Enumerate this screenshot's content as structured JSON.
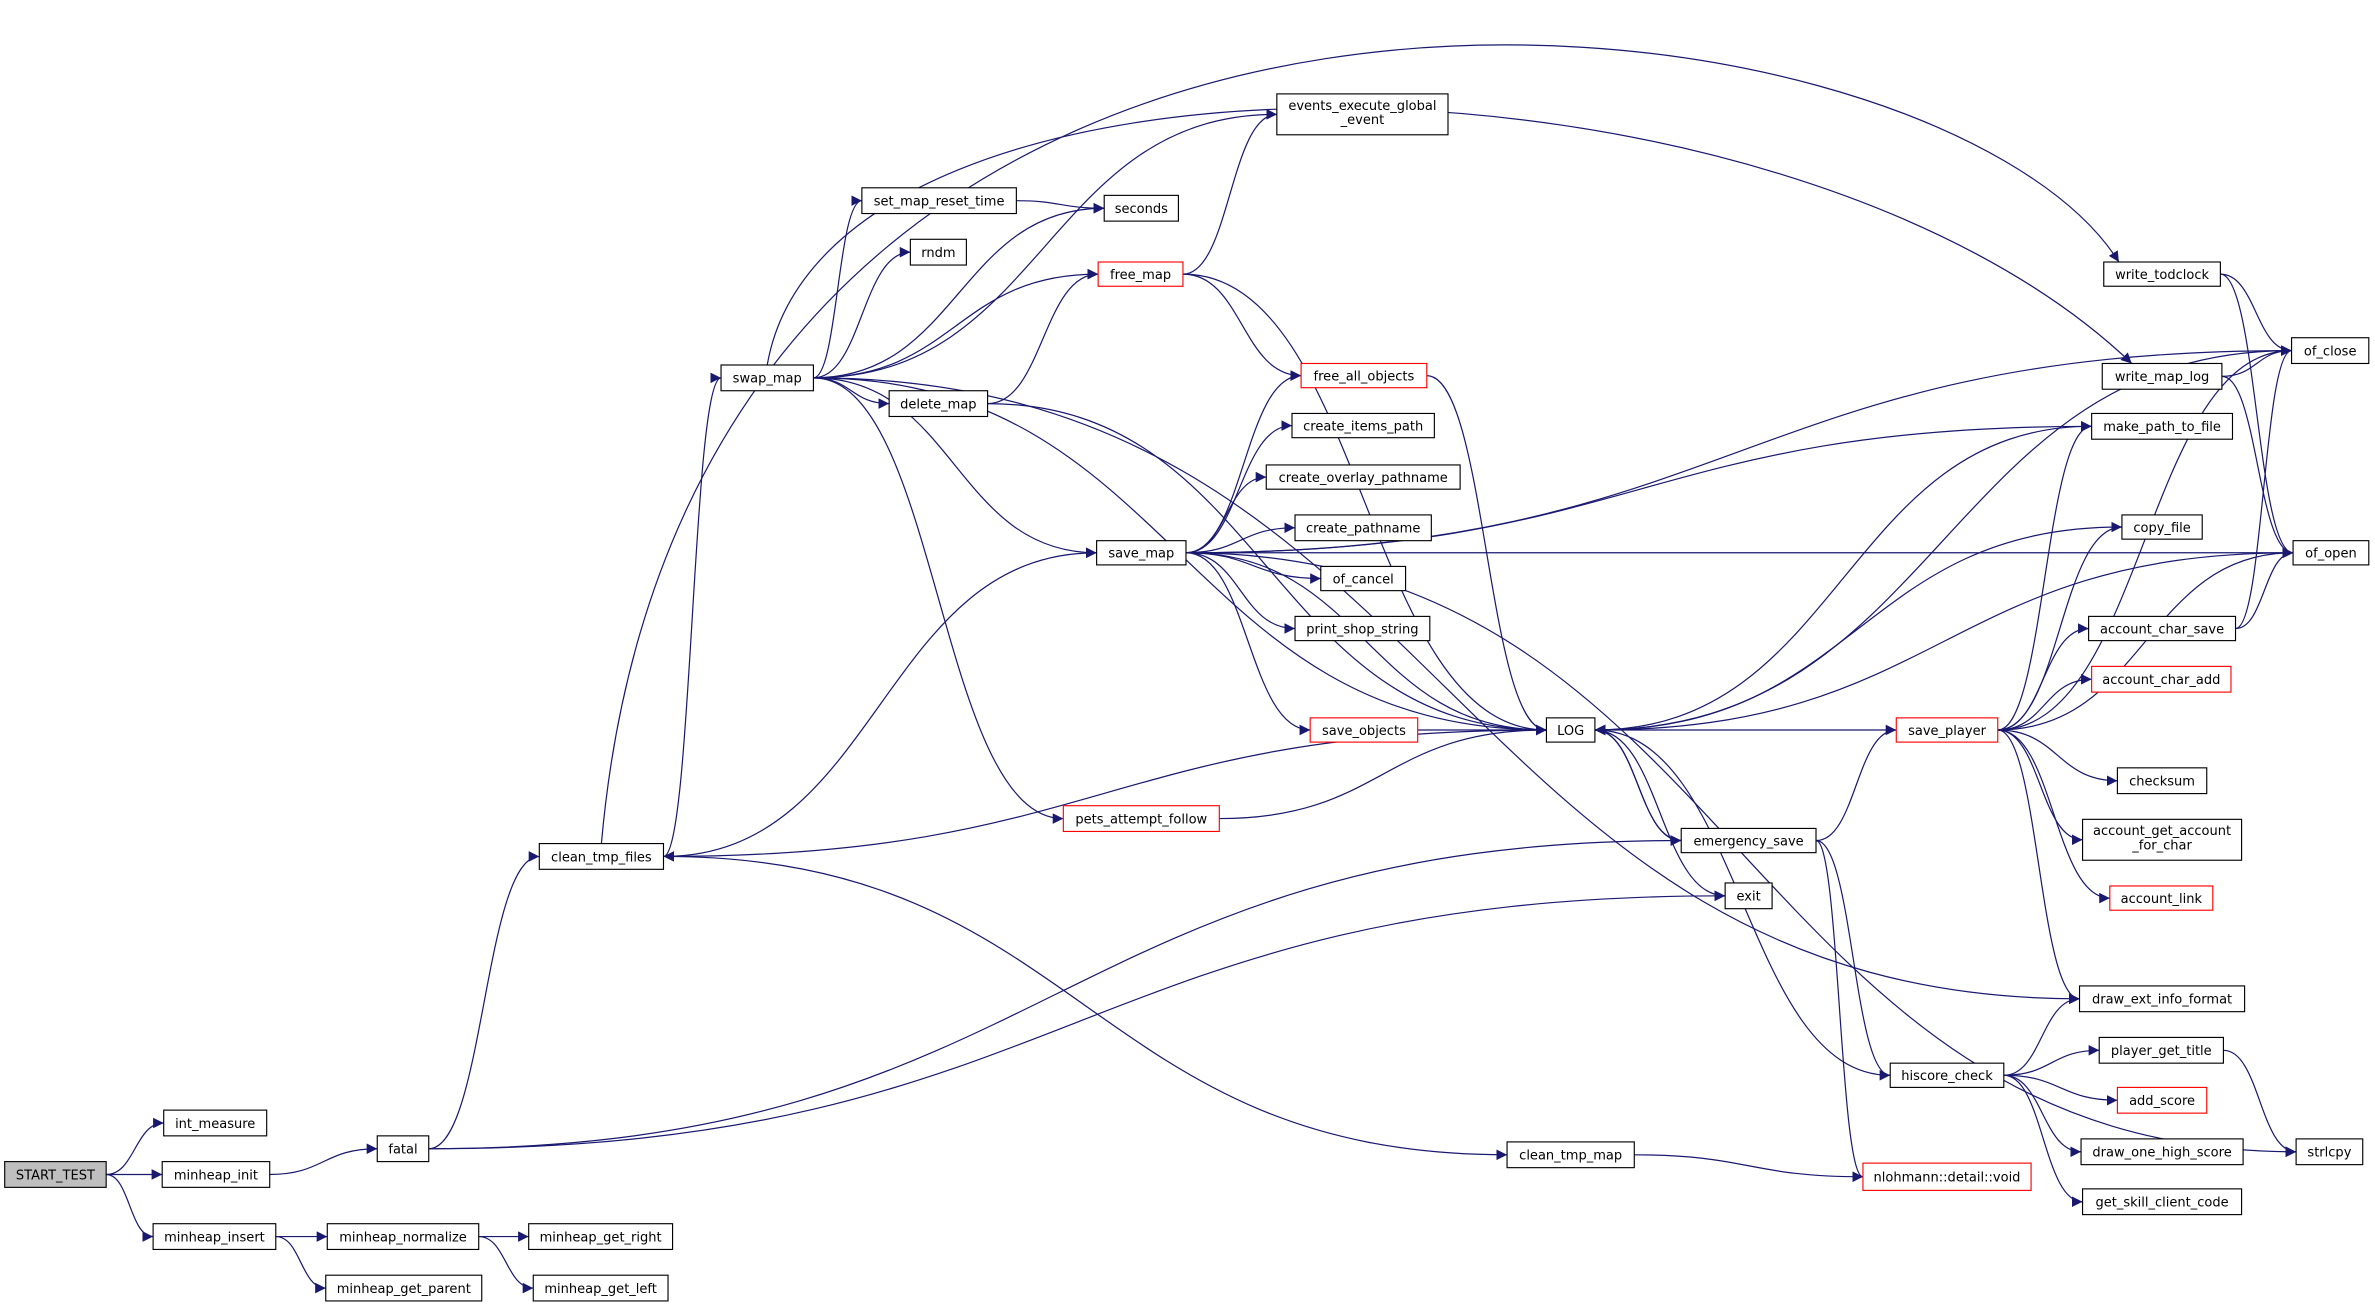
{
  "colors": {
    "edge": "#191970",
    "node_border": "#000000",
    "incomplete_border": "#ff0000",
    "root_fill": "#bfbfbf"
  },
  "nodes": [
    {
      "id": "START_TEST",
      "lines": [
        "START_TEST"
      ],
      "root": true
    },
    {
      "id": "int_measure",
      "lines": [
        "int_measure"
      ]
    },
    {
      "id": "minheap_init",
      "lines": [
        "minheap_init"
      ]
    },
    {
      "id": "minheap_insert",
      "lines": [
        "minheap_insert"
      ]
    },
    {
      "id": "minheap_normalize",
      "lines": [
        "minheap_normalize"
      ]
    },
    {
      "id": "minheap_get_parent",
      "lines": [
        "minheap_get_parent"
      ]
    },
    {
      "id": "minheap_get_right",
      "lines": [
        "minheap_get_right"
      ]
    },
    {
      "id": "minheap_get_left",
      "lines": [
        "minheap_get_left"
      ]
    },
    {
      "id": "fatal",
      "lines": [
        "fatal"
      ]
    },
    {
      "id": "clean_tmp_files",
      "lines": [
        "clean_tmp_files"
      ]
    },
    {
      "id": "swap_map",
      "lines": [
        "swap_map"
      ]
    },
    {
      "id": "events_execute_global_event",
      "lines": [
        "events_execute_global",
        "_event"
      ]
    },
    {
      "id": "set_map_reset_time",
      "lines": [
        "set_map_reset_time"
      ]
    },
    {
      "id": "seconds",
      "lines": [
        "seconds"
      ]
    },
    {
      "id": "rndm",
      "lines": [
        "rndm"
      ]
    },
    {
      "id": "free_map",
      "lines": [
        "free_map"
      ],
      "incomplete": true
    },
    {
      "id": "delete_map",
      "lines": [
        "delete_map"
      ]
    },
    {
      "id": "free_all_objects",
      "lines": [
        "free_all_objects"
      ],
      "incomplete": true
    },
    {
      "id": "create_items_path",
      "lines": [
        "create_items_path"
      ]
    },
    {
      "id": "create_overlay_pathname",
      "lines": [
        "create_overlay_pathname"
      ]
    },
    {
      "id": "create_pathname",
      "lines": [
        "create_pathname"
      ]
    },
    {
      "id": "save_map",
      "lines": [
        "save_map"
      ]
    },
    {
      "id": "of_cancel",
      "lines": [
        "of_cancel"
      ]
    },
    {
      "id": "print_shop_string",
      "lines": [
        "print_shop_string"
      ]
    },
    {
      "id": "save_objects",
      "lines": [
        "save_objects"
      ],
      "incomplete": true
    },
    {
      "id": "LOG",
      "lines": [
        "LOG"
      ]
    },
    {
      "id": "pets_attempt_follow",
      "lines": [
        "pets_attempt_follow"
      ],
      "incomplete": true
    },
    {
      "id": "clean_tmp_map",
      "lines": [
        "clean_tmp_map"
      ]
    },
    {
      "id": "write_todclock",
      "lines": [
        "write_todclock"
      ]
    },
    {
      "id": "of_close",
      "lines": [
        "of_close"
      ]
    },
    {
      "id": "write_map_log",
      "lines": [
        "write_map_log"
      ]
    },
    {
      "id": "make_path_to_file",
      "lines": [
        "make_path_to_file"
      ]
    },
    {
      "id": "copy_file",
      "lines": [
        "copy_file"
      ]
    },
    {
      "id": "of_open",
      "lines": [
        "of_open"
      ]
    },
    {
      "id": "account_char_save",
      "lines": [
        "account_char_save"
      ]
    },
    {
      "id": "account_char_add",
      "lines": [
        "account_char_add"
      ],
      "incomplete": true
    },
    {
      "id": "save_player",
      "lines": [
        "save_player"
      ],
      "incomplete": true
    },
    {
      "id": "checksum",
      "lines": [
        "checksum"
      ]
    },
    {
      "id": "account_get_account_for_char",
      "lines": [
        "account_get_account",
        "_for_char"
      ]
    },
    {
      "id": "account_link",
      "lines": [
        "account_link"
      ],
      "incomplete": true
    },
    {
      "id": "emergency_save",
      "lines": [
        "emergency_save"
      ]
    },
    {
      "id": "exit",
      "lines": [
        "exit"
      ]
    },
    {
      "id": "draw_ext_info_format",
      "lines": [
        "draw_ext_info_format"
      ]
    },
    {
      "id": "player_get_title",
      "lines": [
        "player_get_title"
      ]
    },
    {
      "id": "hiscore_check",
      "lines": [
        "hiscore_check"
      ]
    },
    {
      "id": "add_score",
      "lines": [
        "add_score"
      ],
      "incomplete": true
    },
    {
      "id": "draw_one_high_score",
      "lines": [
        "draw_one_high_score"
      ]
    },
    {
      "id": "strlcpy",
      "lines": [
        "strlcpy"
      ]
    },
    {
      "id": "nlohmann",
      "lines": [
        "nlohmann::detail::void"
      ],
      "incomplete": true
    },
    {
      "id": "get_skill_client_code",
      "lines": [
        "get_skill_client_code"
      ]
    }
  ],
  "edges": [
    [
      "START_TEST",
      "int_measure"
    ],
    [
      "START_TEST",
      "minheap_init"
    ],
    [
      "START_TEST",
      "minheap_insert"
    ],
    [
      "minheap_init",
      "fatal"
    ],
    [
      "minheap_insert",
      "minheap_normalize"
    ],
    [
      "minheap_insert",
      "minheap_get_parent"
    ],
    [
      "minheap_normalize",
      "minheap_get_right"
    ],
    [
      "minheap_normalize",
      "minheap_get_left"
    ],
    [
      "fatal",
      "clean_tmp_files"
    ],
    [
      "fatal",
      "emergency_save"
    ],
    [
      "fatal",
      "exit"
    ],
    [
      "clean_tmp_files",
      "swap_map"
    ],
    [
      "clean_tmp_files",
      "write_todclock"
    ],
    [
      "clean_tmp_files",
      "save_map"
    ],
    [
      "clean_tmp_files",
      "clean_tmp_map"
    ],
    [
      "swap_map",
      "events_execute_global_event"
    ],
    [
      "swap_map",
      "set_map_reset_time"
    ],
    [
      "swap_map",
      "seconds"
    ],
    [
      "swap_map",
      "rndm"
    ],
    [
      "swap_map",
      "free_map"
    ],
    [
      "swap_map",
      "delete_map"
    ],
    [
      "swap_map",
      "save_map"
    ],
    [
      "swap_map",
      "LOG"
    ],
    [
      "swap_map",
      "pets_attempt_follow"
    ],
    [
      "swap_map",
      "draw_ext_info_format"
    ],
    [
      "swap_map",
      "write_map_log"
    ],
    [
      "set_map_reset_time",
      "seconds"
    ],
    [
      "free_map",
      "events_execute_global_event"
    ],
    [
      "free_map",
      "free_all_objects"
    ],
    [
      "free_map",
      "LOG"
    ],
    [
      "delete_map",
      "free_map"
    ],
    [
      "delete_map",
      "LOG"
    ],
    [
      "save_map",
      "free_all_objects"
    ],
    [
      "save_map",
      "create_items_path"
    ],
    [
      "save_map",
      "create_overlay_pathname"
    ],
    [
      "save_map",
      "create_pathname"
    ],
    [
      "save_map",
      "of_cancel"
    ],
    [
      "save_map",
      "print_shop_string"
    ],
    [
      "save_map",
      "save_objects"
    ],
    [
      "save_map",
      "LOG"
    ],
    [
      "save_map",
      "of_close"
    ],
    [
      "save_map",
      "make_path_to_file"
    ],
    [
      "save_map",
      "of_open"
    ],
    [
      "save_map",
      "strlcpy"
    ],
    [
      "free_all_objects",
      "LOG"
    ],
    [
      "save_objects",
      "LOG"
    ],
    [
      "pets_attempt_follow",
      "LOG"
    ],
    [
      "LOG",
      "emergency_save"
    ],
    [
      "LOG",
      "exit"
    ],
    [
      "LOG",
      "clean_tmp_files"
    ],
    [
      "emergency_save",
      "LOG"
    ],
    [
      "emergency_save",
      "save_player"
    ],
    [
      "emergency_save",
      "hiscore_check"
    ],
    [
      "emergency_save",
      "nlohmann"
    ],
    [
      "save_player",
      "LOG"
    ],
    [
      "save_player",
      "make_path_to_file"
    ],
    [
      "save_player",
      "copy_file"
    ],
    [
      "save_player",
      "account_char_save"
    ],
    [
      "save_player",
      "account_char_add"
    ],
    [
      "save_player",
      "of_close"
    ],
    [
      "save_player",
      "of_open"
    ],
    [
      "save_player",
      "checksum"
    ],
    [
      "save_player",
      "account_get_account_for_char"
    ],
    [
      "save_player",
      "account_link"
    ],
    [
      "save_player",
      "draw_ext_info_format"
    ],
    [
      "copy_file",
      "LOG"
    ],
    [
      "make_path_to_file",
      "LOG"
    ],
    [
      "of_open",
      "LOG"
    ],
    [
      "of_close",
      "LOG"
    ],
    [
      "write_todclock",
      "of_close"
    ],
    [
      "write_todclock",
      "of_open"
    ],
    [
      "write_map_log",
      "of_close"
    ],
    [
      "write_map_log",
      "of_open"
    ],
    [
      "account_char_save",
      "of_close"
    ],
    [
      "account_char_save",
      "of_open"
    ],
    [
      "hiscore_check",
      "LOG"
    ],
    [
      "hiscore_check",
      "draw_ext_info_format"
    ],
    [
      "hiscore_check",
      "player_get_title"
    ],
    [
      "hiscore_check",
      "add_score"
    ],
    [
      "hiscore_check",
      "draw_one_high_score"
    ],
    [
      "hiscore_check",
      "get_skill_client_code"
    ],
    [
      "player_get_title",
      "strlcpy"
    ],
    [
      "clean_tmp_map",
      "nlohmann"
    ]
  ]
}
